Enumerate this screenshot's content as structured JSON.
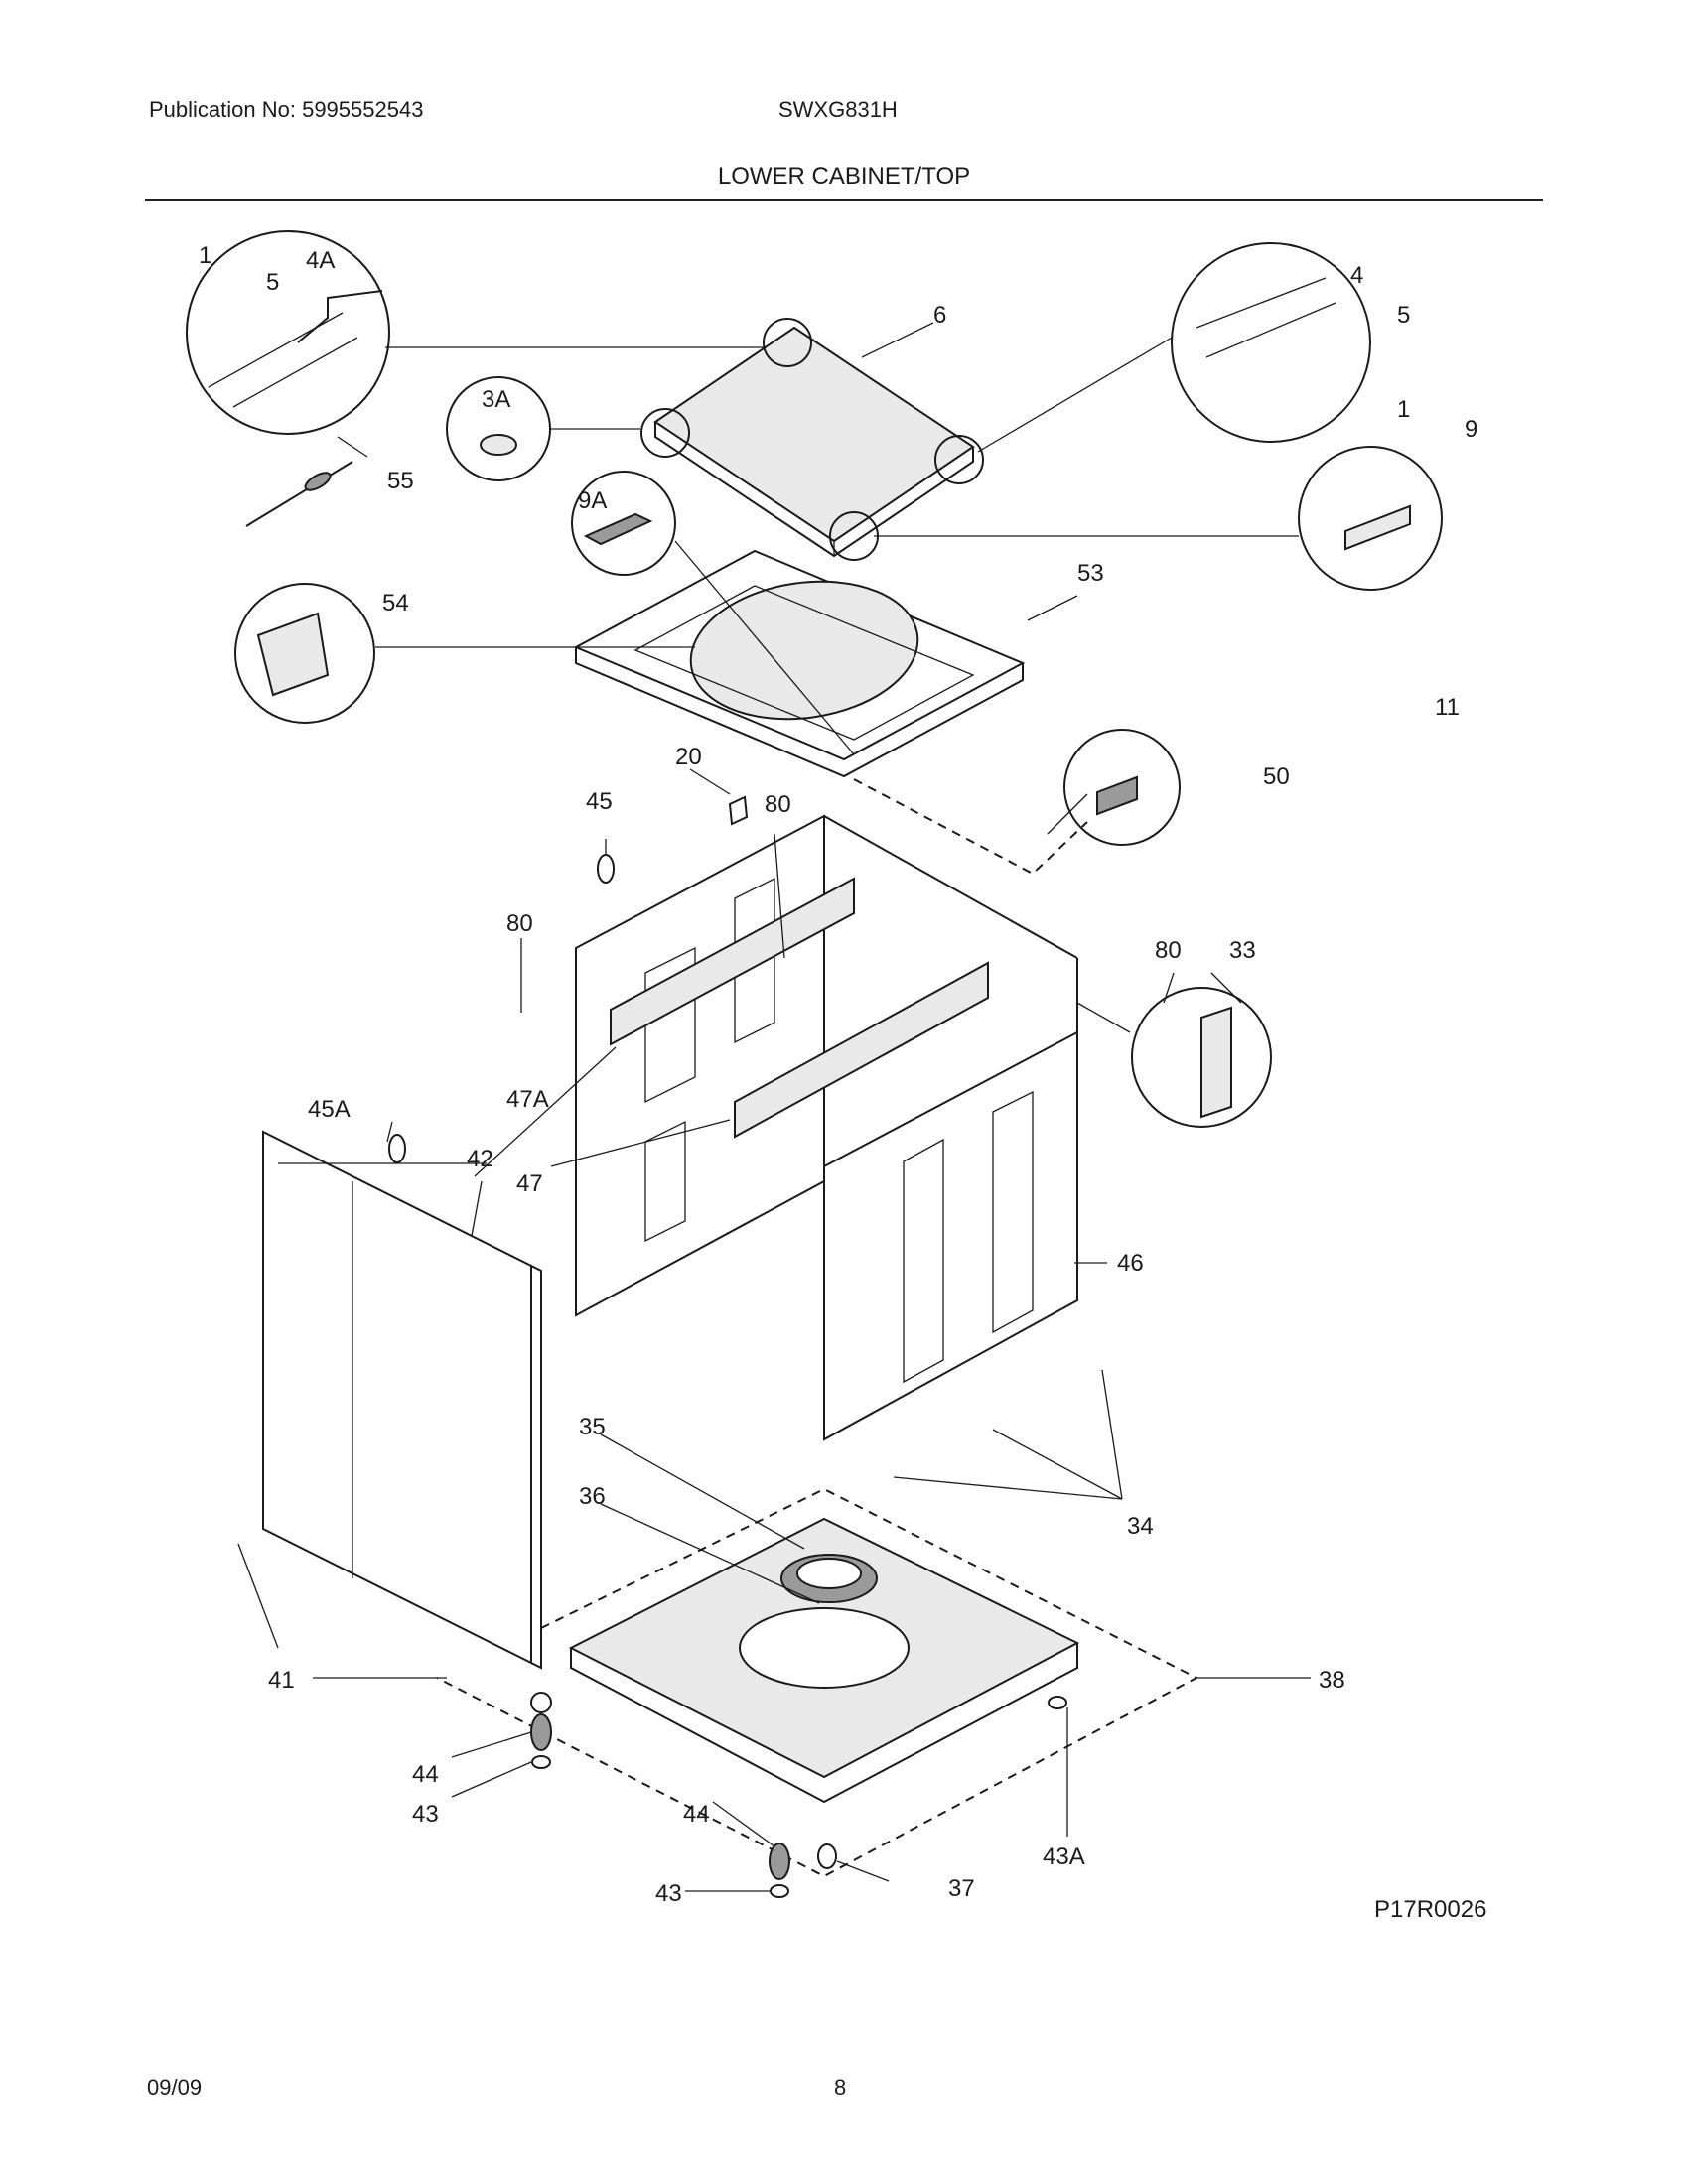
{
  "header": {
    "publication": "Publication No: 5995552543",
    "model": "SWXG831H",
    "title": "LOWER CABINET/TOP"
  },
  "footer": {
    "date": "09/09",
    "page": "8"
  },
  "figure_code": "P17R0026",
  "callouts": {
    "c1a": "1",
    "c4a": "4A",
    "c5a": "5",
    "c3a": "3A",
    "c6": "6",
    "c4": "4",
    "c5b": "5",
    "c1b": "1",
    "c9": "9",
    "c11": "11",
    "c55": "55",
    "c9a": "9A",
    "c53": "53",
    "c54": "54",
    "c50": "50",
    "c20": "20",
    "c80a": "80",
    "c45": "45",
    "c80b": "80",
    "c80c": "80",
    "c33": "33",
    "c47a": "47A",
    "c47": "47",
    "c45a": "45A",
    "c42": "42",
    "c46": "46",
    "c35": "35",
    "c36": "36",
    "c34": "34",
    "c38": "38",
    "c41": "41",
    "c44a": "44",
    "c43a": "43",
    "c44b": "44",
    "c43b": "43",
    "c37": "37",
    "c43A": "43A"
  }
}
